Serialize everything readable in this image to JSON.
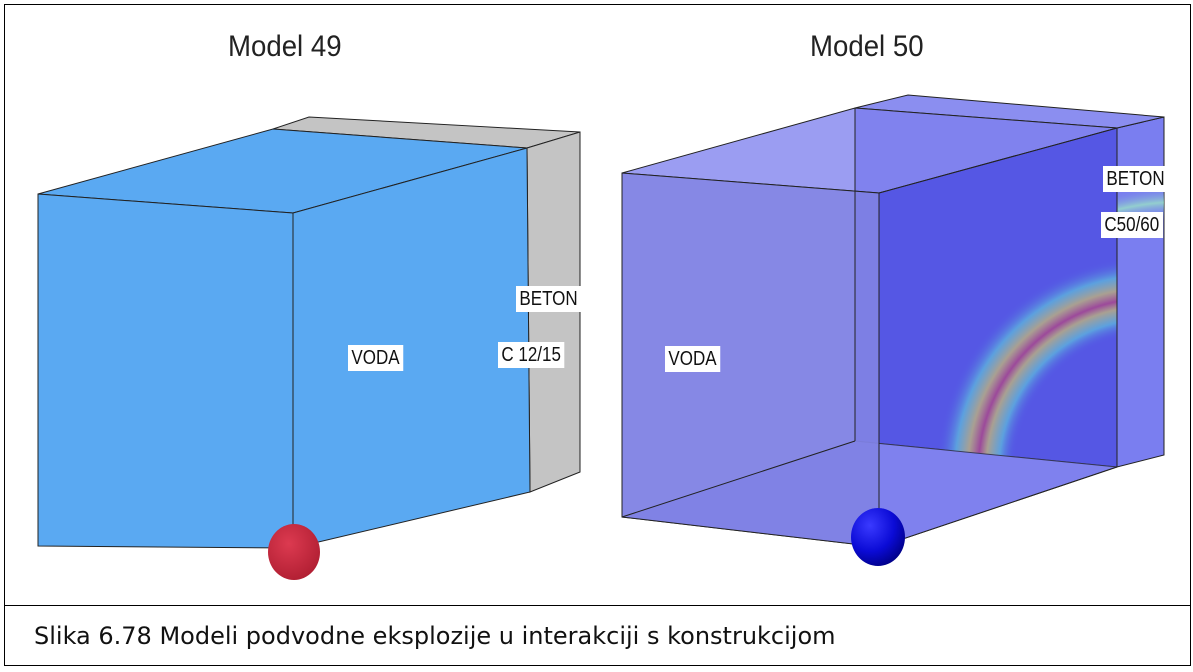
{
  "models": [
    {
      "title": "Model 49",
      "labels": {
        "fluid": "VODA",
        "material": "BETON",
        "grade": "C 12/15"
      },
      "colors": {
        "water": "#5aa9f2",
        "concrete": "#c4c4c4",
        "charge": "#c8283e"
      }
    },
    {
      "title": "Model 50",
      "labels": {
        "fluid": "VODA",
        "material": "BETON",
        "grade": "C50/60"
      },
      "colors": {
        "water": "#7f82e3",
        "back_face": "#4d4ee0",
        "charge": "#1010d0"
      }
    }
  ],
  "caption": "Slika 6.78 Modeli podvodne eksplozije u interakciji s konstrukcijom"
}
